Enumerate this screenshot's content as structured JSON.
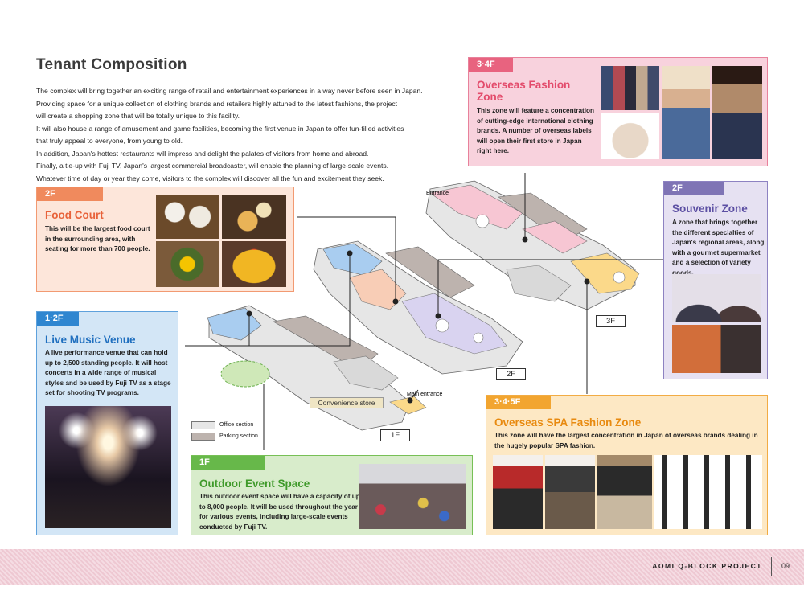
{
  "title": "Tenant Composition",
  "intro": [
    "The complex will bring together an exciting range of retail and entertainment experiences in a way never before seen in Japan.",
    "Providing space for a unique collection of clothing brands and retailers highly attuned to the latest fashions, the project",
    "will create a shopping zone that will be totally unique to this facility.",
    "It will also house a range of amusement and game facilities, becoming the first venue in Japan to offer fun-filled activities",
    "that truly appeal to everyone, from young to old.",
    "In addition, Japan's hottest restaurants will impress and delight the palates of visitors from home and abroad.",
    "Finally, a tie-up with Fuji TV, Japan's largest commercial broadcaster, will enable the planning of large-scale events.",
    "Whatever time of day or year they come, visitors to the complex will discover all the fun and excitement they seek."
  ],
  "zones": {
    "food_court": {
      "floor": "2F",
      "name": "Food Court",
      "desc": "This will be the largest food court in the surrounding area, with seating for more than 700 people.",
      "color": "#f08a5d"
    },
    "live_music": {
      "floor": "1·2F",
      "name": "Live Music Venue",
      "desc": "A live performance venue that can hold up to 2,500 standing people. It will host concerts in a wide range of musical styles and be used by Fuji TV as a stage set for shooting TV programs.",
      "color": "#2f86d0"
    },
    "overseas_fashion": {
      "floor": "3·4F",
      "name": "Overseas Fashion Zone",
      "desc": "This zone will feature a concentration of cutting-edge international clothing brands. A number of overseas labels will open their first store in Japan right here.",
      "color": "#e8637f"
    },
    "souvenir": {
      "floor": "2F",
      "name": "Souvenir Zone",
      "desc": "A zone that brings together the different specialties of Japan's regional areas, along with a gourmet supermarket and a selection of variety goods.",
      "color": "#7f74b5"
    },
    "spa_fashion": {
      "floor": "3·4·5F",
      "name": "Overseas SPA Fashion Zone",
      "desc": "This zone will have the largest concentration in Japan of overseas brands dealing in the hugely popular SPA fashion.",
      "color": "#f2a530"
    },
    "outdoor_event": {
      "floor": "1F",
      "name": "Outdoor Event Space",
      "desc": "This outdoor event space will have a capacity of up to 8,000 people. It will be used throughout the year for various events, including large-scale events conducted by Fuji TV.",
      "color": "#67b84a"
    }
  },
  "map": {
    "entrance": "Entrance",
    "main_entrance": "Main entrance",
    "convenience_store": "Convenience store",
    "floor_1f": "1F",
    "floor_2f": "2F",
    "floor_3f": "3F",
    "legend_office": "Office section",
    "legend_parking": "Parking section"
  },
  "footer": {
    "brand": "AOMI Q-BLOCK PROJECT",
    "page": "09"
  }
}
